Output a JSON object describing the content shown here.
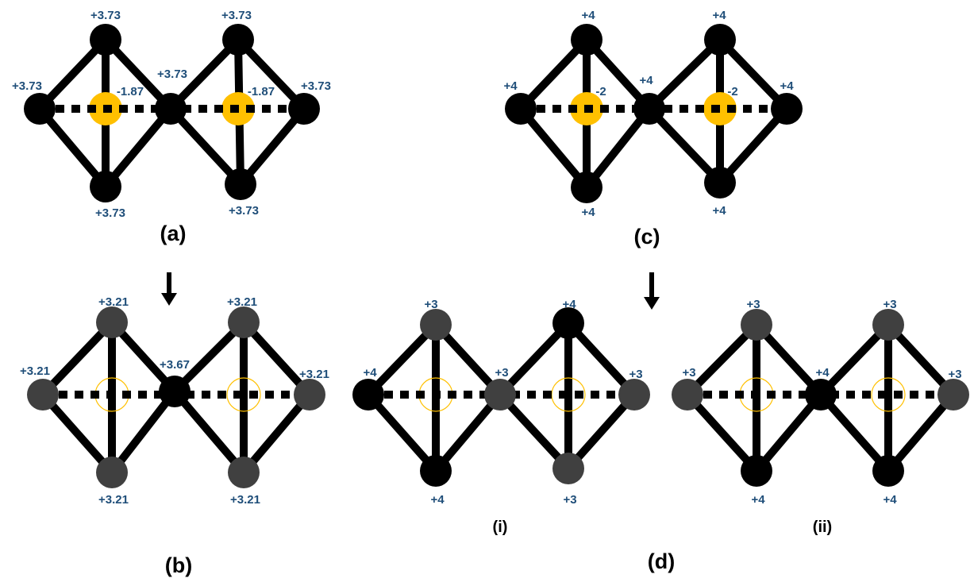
{
  "colors": {
    "edge": "#000000",
    "bond_dash": "#000000",
    "vacancy_fill": "#ffc000",
    "vacancy_outline": "#ffc000",
    "charge_text": "#1f4e79",
    "node_black": "#000000",
    "node_gray": "#404040"
  },
  "panels": [
    {
      "id": "a",
      "label": "(a)",
      "vacancy": "filled",
      "atoms": [
        {
          "role": "left",
          "charge": "+3.73",
          "shade": "black"
        },
        {
          "role": "top-1",
          "charge": "+3.73",
          "shade": "black"
        },
        {
          "role": "bottom-1",
          "charge": "+3.73",
          "shade": "black"
        },
        {
          "role": "center",
          "charge": "+3.73",
          "shade": "black"
        },
        {
          "role": "top-2",
          "charge": "+3.73",
          "shade": "black"
        },
        {
          "role": "bottom-2",
          "charge": "+3.73",
          "shade": "black"
        },
        {
          "role": "right",
          "charge": "+3.73",
          "shade": "black"
        }
      ],
      "vacancy_charges": [
        "-1.87",
        "-1.87"
      ]
    },
    {
      "id": "c",
      "label": "(c)",
      "vacancy": "filled",
      "atoms": [
        {
          "role": "left",
          "charge": "+4",
          "shade": "black"
        },
        {
          "role": "top-1",
          "charge": "+4",
          "shade": "black"
        },
        {
          "role": "bottom-1",
          "charge": "+4",
          "shade": "black"
        },
        {
          "role": "center",
          "charge": "+4",
          "shade": "black"
        },
        {
          "role": "top-2",
          "charge": "+4",
          "shade": "black"
        },
        {
          "role": "bottom-2",
          "charge": "+4",
          "shade": "black"
        },
        {
          "role": "right",
          "charge": "+4",
          "shade": "black"
        }
      ],
      "vacancy_charges": [
        "-2",
        "-2"
      ]
    },
    {
      "id": "b",
      "label": "(b)",
      "vacancy": "outline",
      "atoms": [
        {
          "role": "left",
          "charge": "+3.21",
          "shade": "gray"
        },
        {
          "role": "top-1",
          "charge": "+3.21",
          "shade": "gray"
        },
        {
          "role": "bottom-1",
          "charge": "+3.21",
          "shade": "gray"
        },
        {
          "role": "center",
          "charge": "+3.67",
          "shade": "black"
        },
        {
          "role": "top-2",
          "charge": "+3.21",
          "shade": "gray"
        },
        {
          "role": "bottom-2",
          "charge": "+3.21",
          "shade": "gray"
        },
        {
          "role": "right",
          "charge": "+3.21",
          "shade": "gray"
        }
      ],
      "vacancy_charges": []
    },
    {
      "id": "d-i",
      "label": "(i)",
      "vacancy": "outline",
      "atoms": [
        {
          "role": "left",
          "charge": "+4",
          "shade": "black"
        },
        {
          "role": "top-1",
          "charge": "+3",
          "shade": "gray"
        },
        {
          "role": "bottom-1",
          "charge": "+4",
          "shade": "black"
        },
        {
          "role": "center",
          "charge": "+3",
          "shade": "gray"
        },
        {
          "role": "top-2",
          "charge": "+4",
          "shade": "black"
        },
        {
          "role": "bottom-2",
          "charge": "+3",
          "shade": "gray"
        },
        {
          "role": "right",
          "charge": "+3",
          "shade": "gray"
        }
      ],
      "vacancy_charges": []
    },
    {
      "id": "d-ii",
      "label": "(ii)",
      "vacancy": "outline",
      "atoms": [
        {
          "role": "left",
          "charge": "+3",
          "shade": "gray"
        },
        {
          "role": "top-1",
          "charge": "+3",
          "shade": "gray"
        },
        {
          "role": "bottom-1",
          "charge": "+4",
          "shade": "black"
        },
        {
          "role": "center",
          "charge": "+4",
          "shade": "black"
        },
        {
          "role": "top-2",
          "charge": "+3",
          "shade": "gray"
        },
        {
          "role": "bottom-2",
          "charge": "+4",
          "shade": "black"
        },
        {
          "role": "right",
          "charge": "+3",
          "shade": "gray"
        }
      ],
      "vacancy_charges": []
    }
  ],
  "group_label_d": "(d)",
  "arrows": [
    "down-arrow",
    "down-arrow"
  ]
}
